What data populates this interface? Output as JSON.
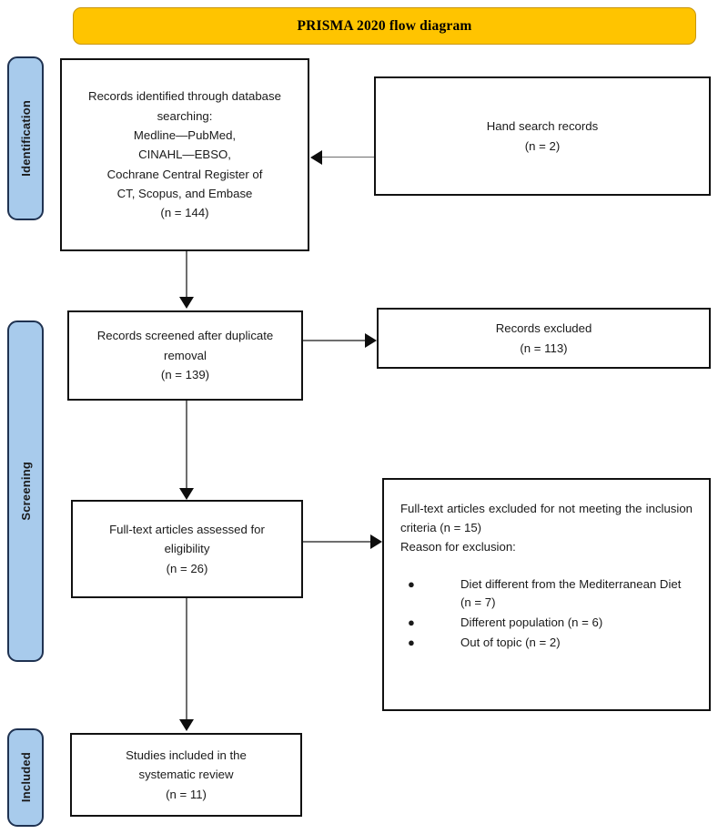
{
  "title": {
    "text": "PRISMA 2020 flow diagram",
    "background_color": "#FFC400",
    "border_color": "#C8960C"
  },
  "stages": [
    {
      "key": "identification",
      "label": "Identification"
    },
    {
      "key": "screening",
      "label": "Screening"
    },
    {
      "key": "included",
      "label": "Included"
    }
  ],
  "stage_style": {
    "fill_color": "#A8CBEC",
    "border_color": "#1F3251"
  },
  "boxes": {
    "identified": {
      "lines": [
        "Records identified through database",
        "searching:",
        "Medline—PubMed,",
        "CINAHL—EBSO,",
        "Cochrane Central Register of",
        "CT, Scopus, and Embase",
        "(n = 144)"
      ]
    },
    "hand_search": {
      "lines": [
        "Hand search records",
        "(n = 2)"
      ]
    },
    "screened": {
      "lines": [
        "Records screened after duplicate",
        "removal",
        "(n = 139)"
      ]
    },
    "records_excluded": {
      "lines": [
        "Records excluded",
        "(n = 113)"
      ]
    },
    "full_text": {
      "lines": [
        "Full-text articles assessed for",
        "eligibility",
        "(n = 26)"
      ]
    },
    "included_studies": {
      "lines": [
        "Studies included in the",
        "systematic review",
        "(n = 11)"
      ]
    },
    "exclusion_detail": {
      "paragraph_1": "Full-text articles excluded for not meeting the inclusion criteria (n = 15)",
      "paragraph_2": "Reason for exclusion:",
      "bullet_glyph": "●",
      "bullets": [
        "Diet different from the Mediterranean Diet (n = 7)",
        "Different population (n = 6)",
        "Out of topic (n = 2)"
      ]
    }
  },
  "connectors": [
    {
      "name": "hand-search-to-identified",
      "direction": "left"
    },
    {
      "name": "identified-to-screened",
      "direction": "down"
    },
    {
      "name": "screened-to-excluded",
      "direction": "right"
    },
    {
      "name": "screened-to-fulltext",
      "direction": "down"
    },
    {
      "name": "fulltext-to-exclusion",
      "direction": "right"
    },
    {
      "name": "fulltext-to-included",
      "direction": "down"
    }
  ]
}
